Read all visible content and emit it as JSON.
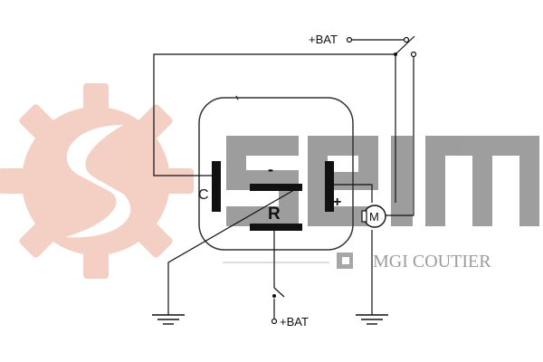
{
  "diagram": {
    "labels": {
      "bat_top": "+BAT",
      "bat_bottom": "+BAT",
      "terminal_c": "C",
      "terminal_r": "R",
      "terminal_plus": "+",
      "terminal_minus": "-",
      "motor": "M"
    },
    "watermark": {
      "brand": "seim",
      "tagline": "MGI COUTIER"
    },
    "colors": {
      "wire": "#111111",
      "gear": "#f3cfc4",
      "watermark_gray": "#8d8d8d"
    }
  }
}
